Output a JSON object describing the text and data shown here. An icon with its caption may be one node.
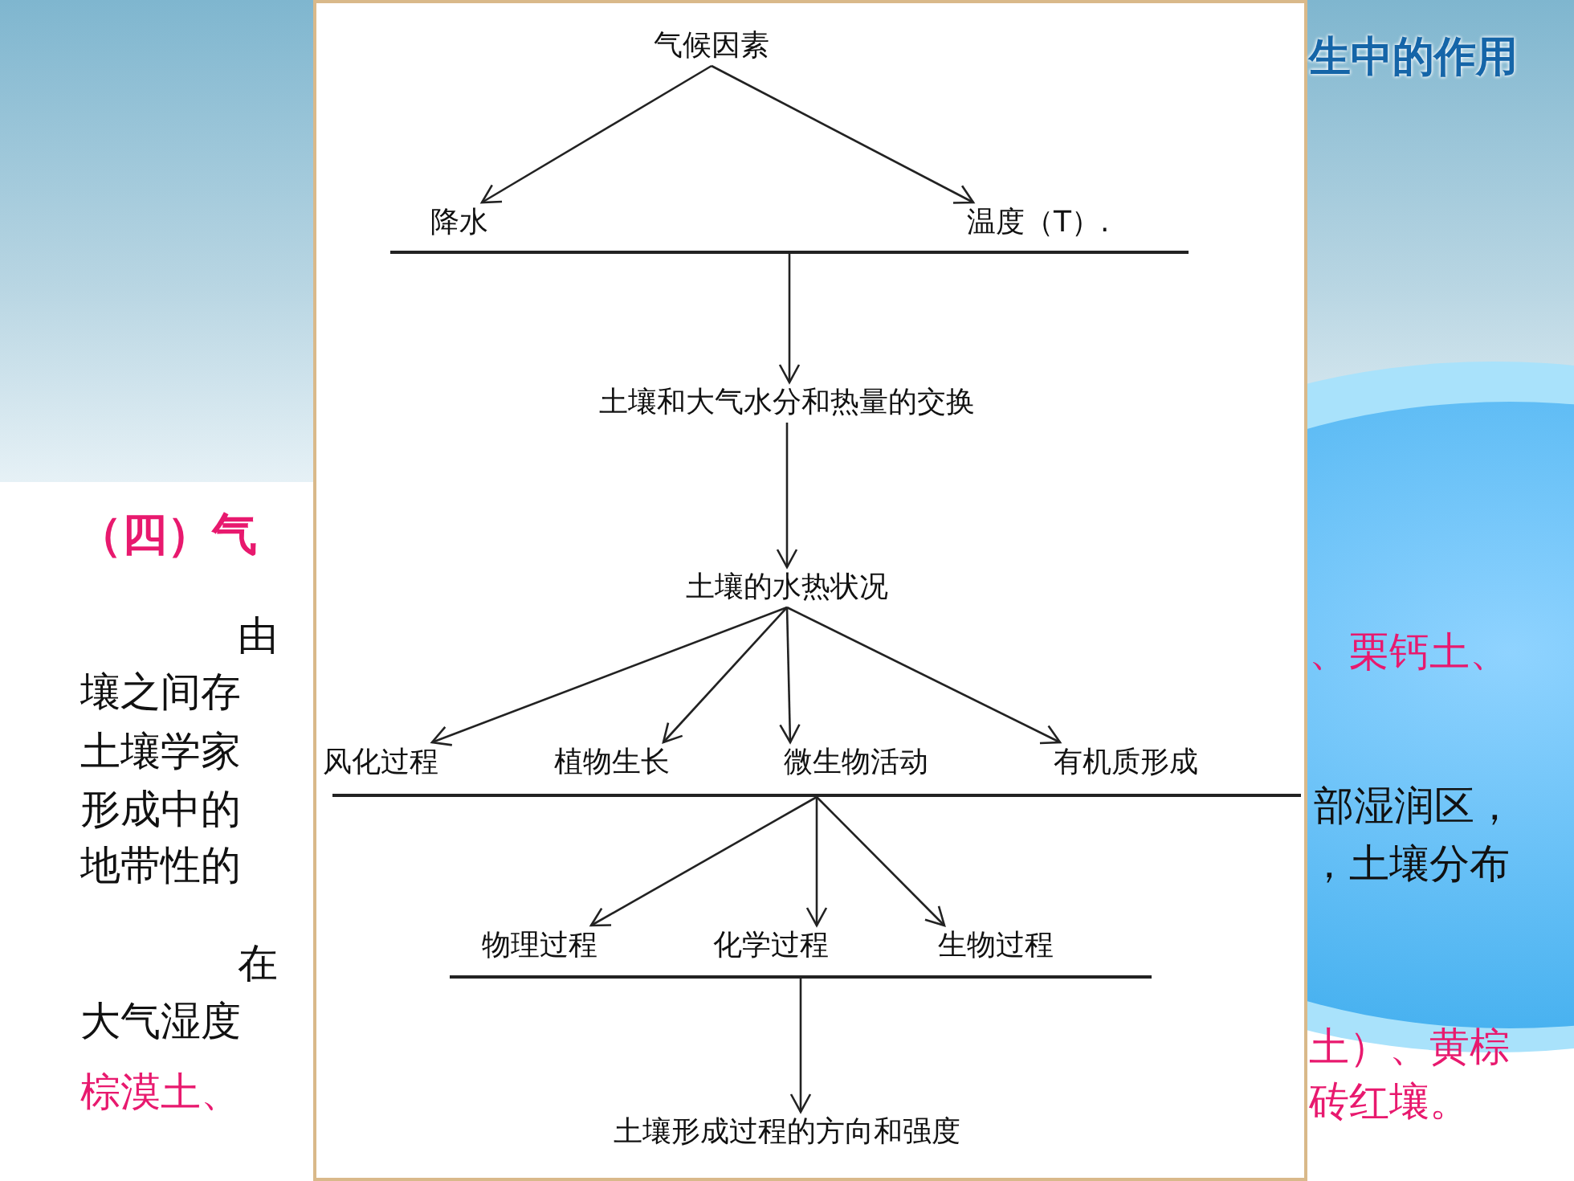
{
  "diagram": {
    "nodes": [
      {
        "text": [
          "气候因素"
        ]
      },
      {
        "text": [
          "降水"
        ]
      },
      {
        "text": [
          "温度（T）."
        ]
      },
      {
        "text": [],
        "shape": "bar"
      },
      {
        "text": [
          "土壤和大气水分和热量的交换"
        ]
      },
      {
        "text": [
          "土壤的水热状况"
        ]
      },
      {
        "text": [
          "风化过程"
        ]
      },
      {
        "text": [
          "植物生长"
        ]
      },
      {
        "text": [
          "微生物活动"
        ]
      },
      {
        "text": [
          "有机质形成"
        ]
      },
      {
        "text": [],
        "shape": "bar"
      },
      {
        "text": [
          "物理过程"
        ]
      },
      {
        "text": [
          "化学过程"
        ]
      },
      {
        "text": [
          "生物过程"
        ]
      },
      {
        "text": [],
        "shape": "bar"
      },
      {
        "text": [
          "土壤形成过程的方向和强度"
        ]
      }
    ],
    "edges": [
      {
        "from": 0,
        "to": 1,
        "arrow": "to"
      },
      {
        "from": 0,
        "to": 2,
        "arrow": "to"
      },
      {
        "from": 3,
        "to": 4,
        "arrow": "to"
      },
      {
        "from": 4,
        "to": 5,
        "arrow": "to"
      },
      {
        "from": 5,
        "to": 6,
        "arrow": "to"
      },
      {
        "from": 5,
        "to": 7,
        "arrow": "to"
      },
      {
        "from": 5,
        "to": 8,
        "arrow": "to"
      },
      {
        "from": 5,
        "to": 9,
        "arrow": "to"
      },
      {
        "from": 10,
        "to": 11,
        "arrow": "to"
      },
      {
        "from": 10,
        "to": 12,
        "arrow": "to"
      },
      {
        "from": 10,
        "to": 13,
        "arrow": "to"
      },
      {
        "from": 14,
        "to": 15,
        "arrow": "to"
      }
    ],
    "labels": [
      "生中的作用",
      "（四）气",
      "由",
      "、栗钙土、",
      "壤之间存",
      "土壤学家",
      "形成中的",
      "部湿润区，",
      "地带性的",
      "，土壤分布",
      "在",
      "大气湿度",
      "土）、黄棕",
      "棕漠土、",
      "砖红壤。"
    ]
  }
}
